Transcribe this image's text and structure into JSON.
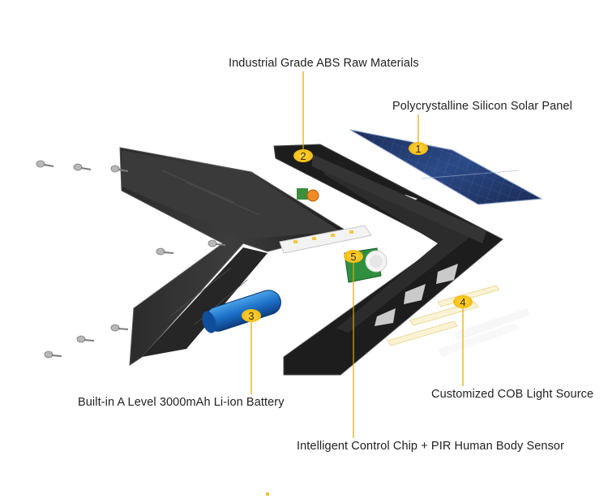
{
  "accent_color": "#f2b705",
  "leader_color": "#e0a800",
  "callouts": [
    {
      "id": 1,
      "number": "1",
      "text": "Polycrystalline Silicon Solar Panel"
    },
    {
      "id": 2,
      "number": "2",
      "text": "Industrial Grade ABS Raw Materials"
    },
    {
      "id": 3,
      "number": "3",
      "text": "Built-in A Level 3000mAh Li-ion Battery"
    },
    {
      "id": 4,
      "number": "4",
      "text": "Customized COB Light Source"
    },
    {
      "id": 5,
      "number": "5",
      "text": "Intelligent Control Chip + PIR Human Body Sensor"
    }
  ]
}
